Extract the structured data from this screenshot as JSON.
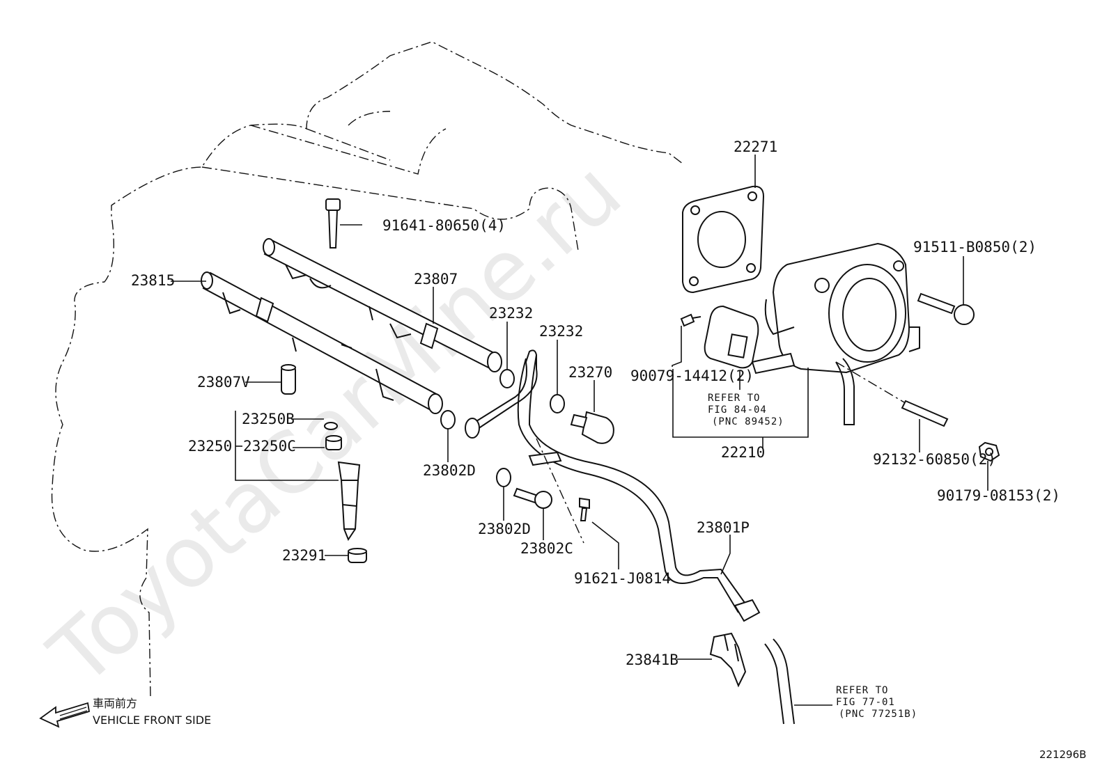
{
  "watermark": "ToyotaCarMine.ru",
  "diagram_code": "221296B",
  "direction": {
    "japanese": "車両前方",
    "english": "VEHICLE FRONT SIDE"
  },
  "callouts": {
    "p22271": "22271",
    "p91641": "91641-80650(4)",
    "p91511": "91511-B0850(2)",
    "p23815": "23815",
    "p23807": "23807",
    "p23232a": "23232",
    "p23232b": "23232",
    "p23270": "23270",
    "p90079": "90079-14412(2)",
    "p23807v": "23807V",
    "p23250b": "23250B",
    "p23250": "23250",
    "p23250c": "23250C",
    "p23802d_a": "23802D",
    "p22210": "22210",
    "p92132": "92132-60850(2)",
    "p90179": "90179-08153(2)",
    "p23802d_b": "23802D",
    "p23802c": "23802C",
    "p23801p": "23801P",
    "p23291": "23291",
    "p91621": "91621-J0814",
    "p23841b": "23841B"
  },
  "references": {
    "fig84": {
      "line1": "REFER TO",
      "line2": "FIG 84-04",
      "line3": "(PNC 89452)"
    },
    "fig77": {
      "line1": "REFER TO",
      "line2": "FIG 77-01",
      "line3": "(PNC 77251B)"
    }
  }
}
